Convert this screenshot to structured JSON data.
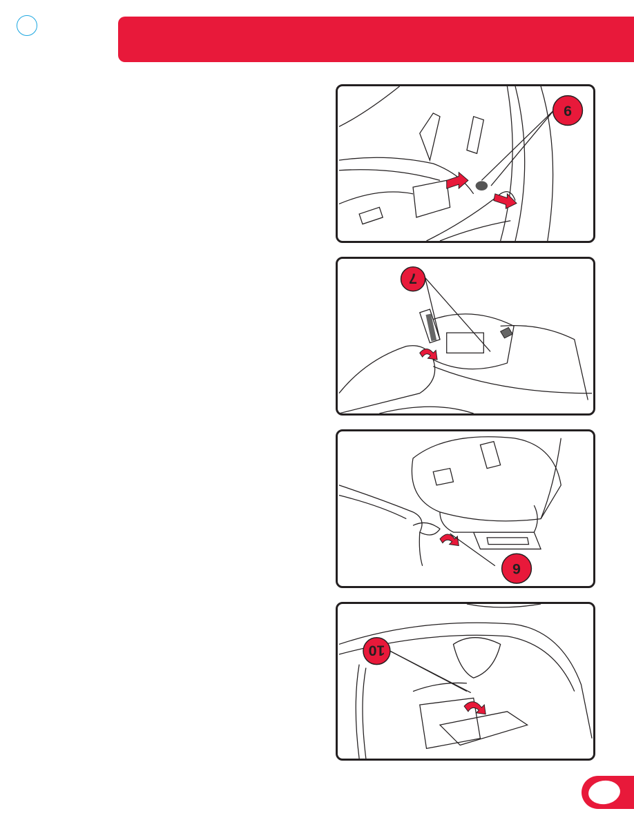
{
  "header": {
    "accent_color": "#e8193a",
    "circle_color": "#1aa6e0"
  },
  "panels": [
    {
      "callout": "6",
      "callout_icon": "callout-badge"
    },
    {
      "callout": "7",
      "callout_icon": "callout-badge"
    },
    {
      "callout": "9",
      "callout_icon": "callout-badge"
    },
    {
      "callout": "10",
      "callout_icon": "callout-badge"
    }
  ],
  "footer": {
    "page_badge_color": "#e8193a"
  }
}
